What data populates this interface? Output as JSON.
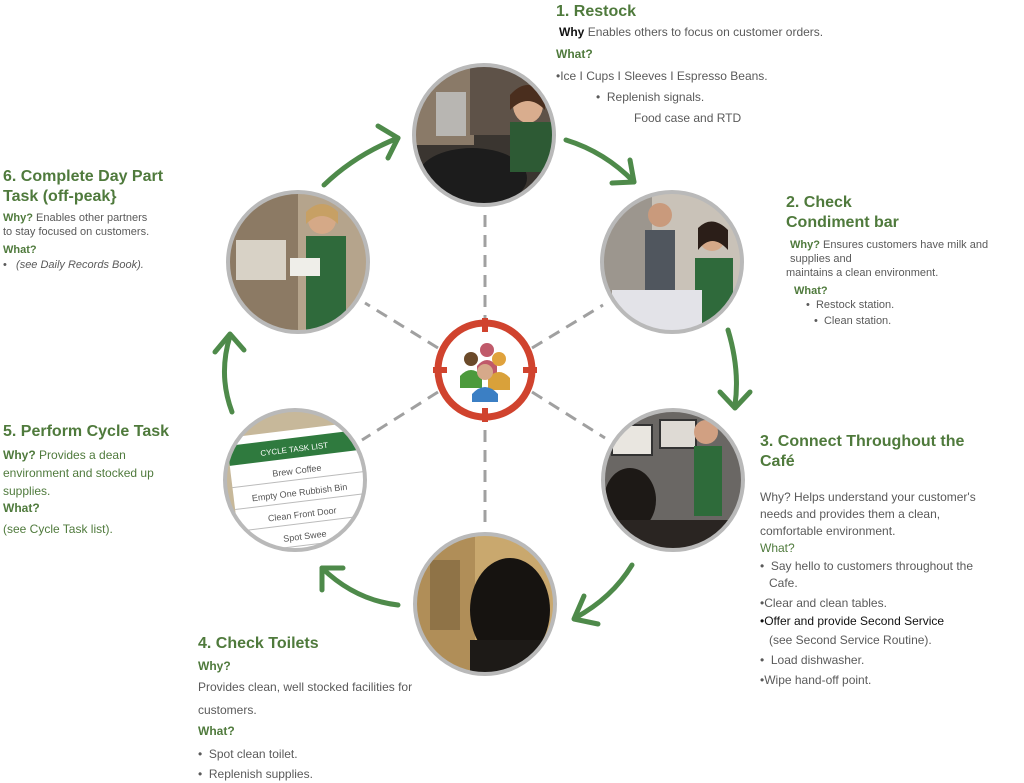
{
  "colors": {
    "green": "#4f7a3c",
    "arrow": "#4e8a4a",
    "target_red": "#d0432e",
    "spoke": "#a0a0a0"
  },
  "center": {
    "icon": "people-target-icon"
  },
  "steps": [
    {
      "title": "1. Restock",
      "why_label": "Why",
      "why_text": "Enables others to focus on customer orders.",
      "what_label": "What?",
      "items": [
        "•Ice I Cups I Sleeves I Espresso Beans.",
        "Replenish signals.",
        "Food case and RTD"
      ]
    },
    {
      "title_line1": "2. Check",
      "title_line2": "Condiment bar",
      "why_label": "Why?",
      "why_text1": "Ensures customers have milk and",
      "why_text2": "supplies and",
      "why_text3": "maintains a clean environment.",
      "what_label": "What?",
      "items": [
        "Restock station.",
        "Clean station."
      ]
    },
    {
      "title_line1": "3. Connect Throughout the",
      "title_line2": "Café",
      "why_line1": "Why? Helps understand your customer's",
      "why_line2": "needs and provides them a  clean,",
      "why_line3": "comfortable environment.",
      "what_label": "What?",
      "items": [
        "Say hello to customers throughout the",
        "Cafe.",
        "•Clear and clean tables.",
        "•Offer and provide Second Service",
        "(see Second Service Routine).",
        "Load dishwasher.",
        "•Wipe hand-off point."
      ]
    },
    {
      "title": "4. Check Toilets",
      "why_label": "Why?",
      "why_line1": "Provides clean, well stocked facilities for",
      "why_line2": "customers.",
      "what_label": "What?",
      "items": [
        "Spot clean toilet.",
        "Replenish supplies."
      ]
    },
    {
      "title": "5. Perform Cycle Task",
      "why_label": "Why?",
      "why_text1": "Provides a dean",
      "why_line2": "environment and stocked up",
      "why_line3": "supplies.",
      "what_label": "What?",
      "what_text": "(see Cycle Task list).",
      "list_header": "CYCLE TASK LIST",
      "list_items": [
        "Brew Coffee",
        "Empty One Rubbish Bin",
        "Clean Front Door",
        "Spot Swee"
      ]
    },
    {
      "title_line1": "6. Complete Day Part",
      "title_line2": "Task (off-peak}",
      "why_label": "Why?",
      "why_text1": "Enables other partners",
      "why_line2": "to stay focused on customers.",
      "what_label": "What?",
      "what_text": "(see Daily Records Book)."
    }
  ]
}
